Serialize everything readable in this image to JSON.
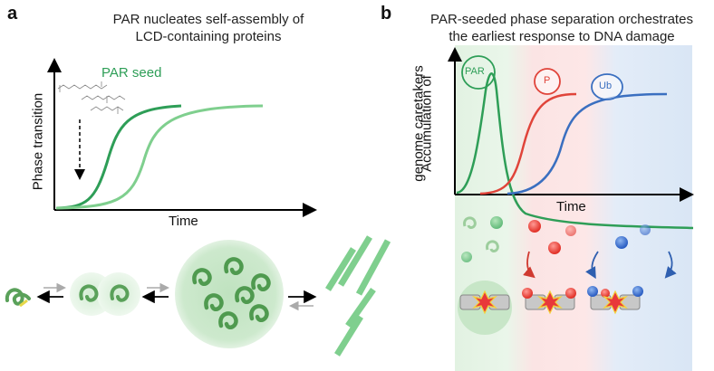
{
  "panel_a": {
    "letter": "a",
    "title_line1": "PAR nucleates self-assembly of",
    "title_line2": "LCD-containing proteins",
    "seed_label": "PAR seed",
    "y_axis_label": "Phase transition",
    "x_axis_label": "Time"
  },
  "panel_b": {
    "letter": "b",
    "title_line1": "PAR-seeded phase separation orchestrates",
    "title_line2": "the earliest response to DNA damage",
    "y_axis_label_line1": "Accumulation of",
    "y_axis_label_line2": "genome caretakers",
    "x_axis_label": "Time",
    "curve_labels": [
      "PAR",
      "P",
      "Ub"
    ]
  },
  "colors": {
    "par_green": "#2e9e57",
    "light_green": "#7fcf8e",
    "p_red": "#e0443a",
    "ub_blue": "#3a6fc0",
    "zone_green": "#e4f3e4",
    "zone_red": "#fbe1e1",
    "zone_blue": "#dce8f6"
  }
}
